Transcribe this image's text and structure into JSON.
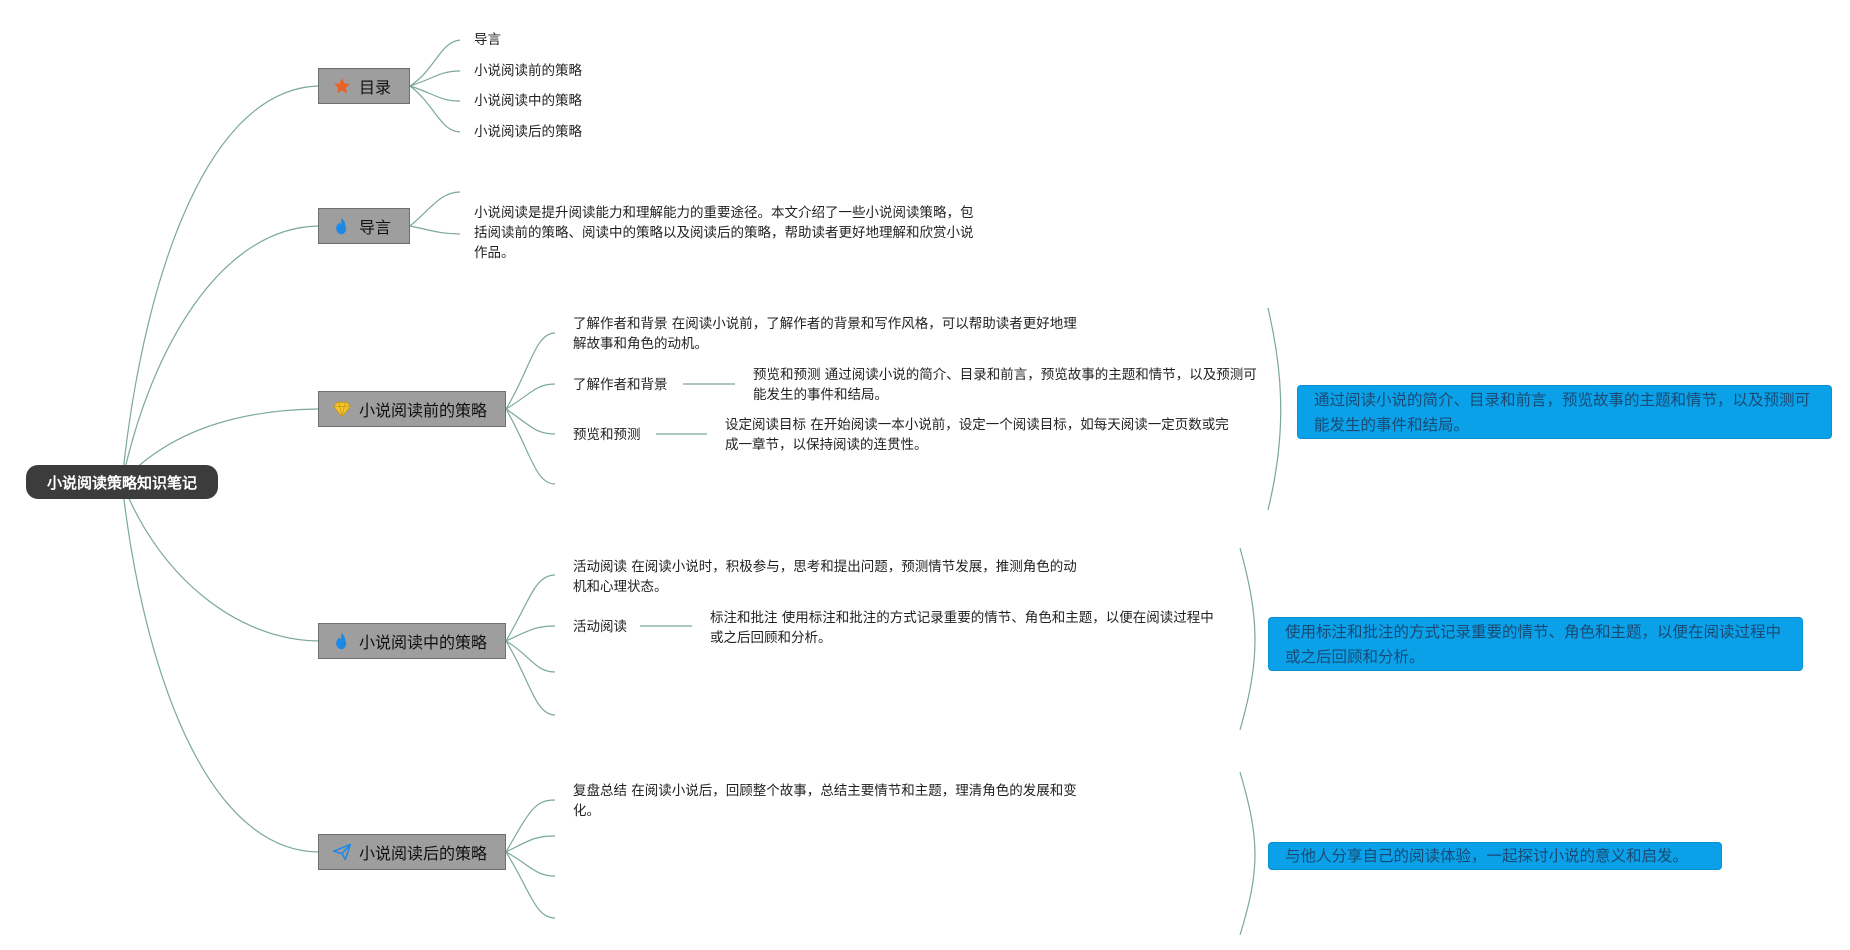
{
  "root": {
    "label": "小说阅读策略知识笔记"
  },
  "colors": {
    "link": "#7aa89a",
    "node_bg": "#9e9e9e",
    "root_bg": "#3c3c3c",
    "callout_bg": "#0aa1e8"
  },
  "toc": {
    "label": "目录",
    "icon": "star-icon",
    "items": [
      "导言",
      "小说阅读前的策略",
      "小说阅读中的策略",
      "小说阅读后的策略"
    ]
  },
  "intro": {
    "label": "导言",
    "icon": "flame-icon",
    "text": "小说阅读是提升阅读能力和理解能力的重要途径。本文介绍了一些小说阅读策略，包括阅读前的策略、阅读中的策略以及阅读后的策略，帮助读者更好地理解和欣赏小说作品。"
  },
  "before": {
    "label": "小说阅读前的策略",
    "icon": "diamond-icon",
    "text1": "了解作者和背景 在阅读小说前，了解作者的背景和写作风格，可以帮助读者更好地理解故事和角色的动机。",
    "sub1": "了解作者和背景",
    "sub1_detail": "预览和预测 通过阅读小说的简介、目录和前言，预览故事的主题和情节，以及预测可能发生的事件和结局。",
    "sub2": "预览和预测",
    "sub2_detail": "设定阅读目标 在开始阅读一本小说前，设定一个阅读目标，如每天阅读一定页数或完成一章节，以保持阅读的连贯性。",
    "callout": "通过阅读小说的简介、目录和前言，预览故事的主题和情节，以及预测可能发生的事件和结局。"
  },
  "during": {
    "label": "小说阅读中的策略",
    "icon": "flame-icon",
    "text1": "活动阅读 在阅读小说时，积极参与，思考和提出问题，预测情节发展，推测角色的动机和心理状态。",
    "sub1": "活动阅读",
    "sub1_detail": "标注和批注 使用标注和批注的方式记录重要的情节、角色和主题，以便在阅读过程中或之后回顾和分析。",
    "callout": "使用标注和批注的方式记录重要的情节、角色和主题，以便在阅读过程中或之后回顾和分析。"
  },
  "after": {
    "label": "小说阅读后的策略",
    "icon": "paper-plane-icon",
    "text1": "复盘总结 在阅读小说后，回顾整个故事，总结主要情节和主题，理清角色的发展和变化。",
    "callout": "与他人分享自己的阅读体验，一起探讨小说的意义和启发。"
  }
}
